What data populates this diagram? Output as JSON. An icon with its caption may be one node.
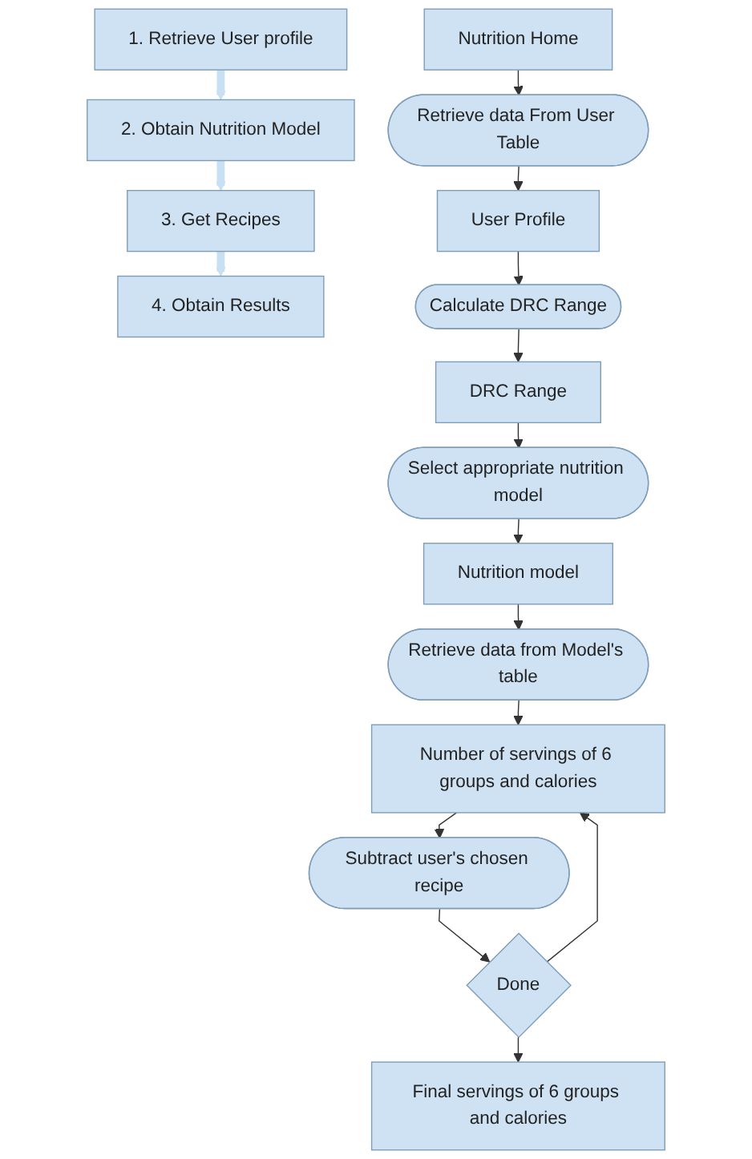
{
  "diagram": {
    "nodes": [
      {
        "text": [
          "1. Retrieve User profile"
        ]
      },
      {
        "text": [
          "2. Obtain Nutrition Model"
        ]
      },
      {
        "text": [
          "3. Get Recipes"
        ]
      },
      {
        "text": [
          "4. Obtain Results"
        ]
      },
      {
        "text": [
          "Nutrition Home"
        ]
      },
      {
        "text": [
          "Retrieve data From User Table"
        ]
      },
      {
        "text": [
          "User Profile"
        ]
      },
      {
        "text": [
          "Calculate DRC Range"
        ]
      },
      {
        "text": [
          "DRC Range"
        ]
      },
      {
        "text": [
          "Select appropriate nutrition model"
        ]
      },
      {
        "text": [
          "Nutrition model"
        ]
      },
      {
        "text": [
          "Retrieve data from Model's table"
        ]
      },
      {
        "text": [
          "Number of servings of 6 groups and calories"
        ]
      },
      {
        "text": [
          "Subtract user's chosen recipe"
        ]
      },
      {
        "text": [
          "Done"
        ]
      },
      {
        "text": [
          "Final servings of 6 groups and calories"
        ]
      }
    ],
    "edges": [
      {
        "from": 0,
        "to": 1,
        "arrow": "to",
        "style": "thick",
        "color": "#c9e0f2"
      },
      {
        "from": 1,
        "to": 2,
        "arrow": "to",
        "style": "thick",
        "color": "#c9e0f2"
      },
      {
        "from": 2,
        "to": 3,
        "arrow": "to",
        "style": "thick",
        "color": "#c9e0f2"
      },
      {
        "from": 4,
        "to": 5,
        "arrow": "to"
      },
      {
        "from": 5,
        "to": 6,
        "arrow": "to"
      },
      {
        "from": 6,
        "to": 7,
        "arrow": "to"
      },
      {
        "from": 7,
        "to": 8,
        "arrow": "to"
      },
      {
        "from": 8,
        "to": 9,
        "arrow": "to"
      },
      {
        "from": 9,
        "to": 10,
        "arrow": "to"
      },
      {
        "from": 10,
        "to": 11,
        "arrow": "to"
      },
      {
        "from": 11,
        "to": 12,
        "arrow": "to"
      },
      {
        "from": 12,
        "to": 13,
        "arrow": "to"
      },
      {
        "from": 13,
        "to": 14,
        "arrow": "to"
      },
      {
        "from": 14,
        "to": 12,
        "arrow": "to"
      },
      {
        "from": 14,
        "to": 15,
        "arrow": "to"
      }
    ]
  }
}
